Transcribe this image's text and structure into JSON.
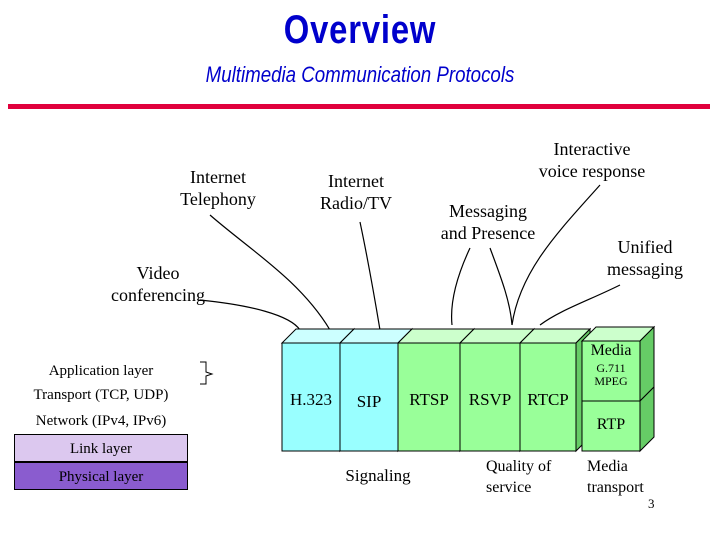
{
  "header": {
    "title": "Overview",
    "subtitle": "Multimedia Communication Protocols"
  },
  "applications": {
    "internet_telephony": "Internet\nTelephony",
    "internet_radio": "Internet\nRadio/TV",
    "messaging": "Messaging\nand Presence",
    "interactive_voice": "Interactive\nvoice response",
    "unified_messaging": "Unified\nmessaging",
    "video_conferencing": "Video\nconferencing"
  },
  "stack": {
    "application": "Application layer",
    "transport": "Transport (TCP, UDP)",
    "network": "Network (IPv4, IPv6)",
    "link": "Link layer",
    "physical": "Physical layer"
  },
  "protocols": {
    "h323": "H.323",
    "sip": "SIP",
    "rtsp": "RTSP",
    "rsvp": "RSVP",
    "rtcp": "RTCP",
    "media": "Media",
    "g711": "G.711\nMPEG",
    "rtp": "RTP"
  },
  "categories": {
    "signaling": "Signaling",
    "qos": "Quality of\nservice",
    "media_transport": "Media\ntransport"
  },
  "page_number": "3",
  "colors": {
    "title": "#0000cc",
    "rule": "#e0003c",
    "signaling_box": "#99ffff",
    "qos_box": "#99ff99",
    "link_layer": "#dcc8ef",
    "physical_layer": "#8a5ccf"
  }
}
